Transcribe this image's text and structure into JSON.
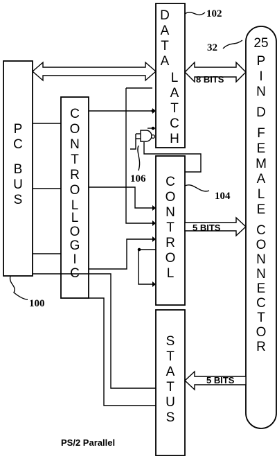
{
  "blocks": {
    "data_latch": "DATA LATCH",
    "control": "CONTROL",
    "status": "STATUS",
    "pc_bus": "PC BUS",
    "control_logic": "CONTROL LOGIC",
    "connector": "25 PIN D FEMALE CONNECTOR"
  },
  "refs": {
    "data_latch": "102",
    "connector": "32",
    "control": "104",
    "gate": "106",
    "pc_bus": "100"
  },
  "buses": {
    "data_bits": "8 BITS",
    "control_bits": "5 BITS",
    "status_bits": "5 BITS"
  },
  "caption": "PS/2 Parallel"
}
